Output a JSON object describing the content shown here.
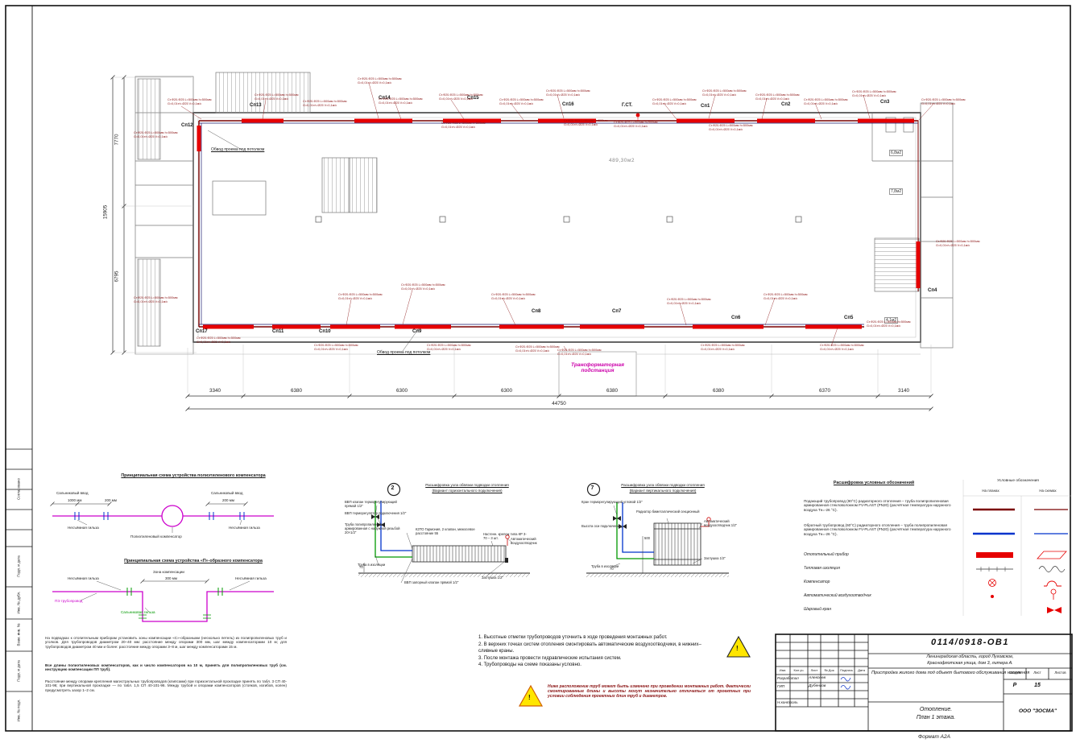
{
  "frame": {
    "format": "Формат А2А",
    "side_labels": [
      "Согласовано",
      "Подп. и дата",
      "Инв. № дубл.",
      "Взам. инв. №",
      "Подп. и дата",
      "Инв. № подл."
    ]
  },
  "plan": {
    "area_label": "489,30м2",
    "gst": "Г.СТ.",
    "transformer_line1": "Трансформаторная",
    "transformer_line2": "подстанция",
    "bypass": "Обвод проема под потолком",
    "rooms": {
      "r1": "6,8м2",
      "r2": "7,8м2",
      "r3": "4,1м2"
    },
    "pipe_label": {
      "l1": "Ст.Ф20-Ф25 L=500мм h=500мм",
      "l2": "G=0,01т/ч Ø25 V=0,1м/с"
    },
    "radiators": {
      "sp1": "Сп1",
      "sp2": "Сп2",
      "sp3": "Сп3",
      "sp4": "Сп4",
      "sp5": "Сп5",
      "sp6": "Сп6",
      "sp7": "Сп7",
      "sp8": "Сп8",
      "sp9": "Сп9",
      "sp10": "Сп10",
      "sp11": "Сп11",
      "sp12": "Сп12",
      "sp13": "Сп13",
      "sp14": "Сп14",
      "sp15": "Сп15",
      "sp16": "Сп16",
      "sp17": "Сп17"
    },
    "dims_bottom": [
      "3340",
      "6380",
      "6300",
      "6300",
      "6380",
      "6380",
      "6370",
      "3140"
    ],
    "dim_total": "44750",
    "dims_left": {
      "d1": "7770",
      "d2": "6795",
      "total": "15905"
    }
  },
  "scheme1": {
    "title": "Принципиальная схема устройства полиэтиленового компенсатора",
    "lbl_inlet_left": "Сальниковый ввод",
    "lbl_inlet_right": "Сальниковый ввод",
    "dim1": "1000 мм",
    "dim2": "200 мм",
    "dim3": "200 мм",
    "lbl_sleeve_left": "Несъёмная гильза",
    "lbl_sleeve_right": "Несъёмная гильза",
    "lbl_comp": "Полиэтиленовый компенсатор"
  },
  "scheme2": {
    "title": "Принципиальная схема устройства «П»-образного компенсатора",
    "lbl_sleeve_left": "Несъёмная гильза",
    "lbl_sleeve_right": "Несъёмная гильза",
    "lbl_zone": "Зона компенсации",
    "dim": "300 мм",
    "lbl_pipe": "ПЭ трубопровод",
    "lbl_gland": "Сальниковая гильза"
  },
  "scheme_notes": {
    "p1": "На подводках к отопительным приборам установить зоны компенсации «С»-образными (несколько петель) из полипропиленовых труб и уголков. Для трубопроводов диаметром 20–40 мм: расстояние между опорами 300 мм, шаг между компенсаторами 10 м; для трубопроводов диаметром 40 мм и более: расстояние между опорами 3–8 м, шаг между компенсаторами 15 м.",
    "p2": "Все длины полиэтиленовых компенсаторов, как и число компенсаторов на 10 м, принять для полипропиленовых труб (см. инструкцию компенсации ПП труб).",
    "p3": "Расстояние между опорами крепления магистральных трубопроводов (клипсами) при горизонтальной прокладке принять по табл. 3 СП 40-101-96; при вертикальной прокладке — по табл. 1,5 СП 40-101-96. Между трубой и опорами компенсаторов (стояков, изгибов, колен) предусмотреть зазор 1–2 см."
  },
  "detail2": {
    "num": "2",
    "title1": "Расшифровка узла обвязки подводки отопления",
    "title2": "(Вариант горизонтального подключения)",
    "labels": [
      "ВВП клапан терморегулирующий прямой 1/2\"",
      "ВВП терморегулятор подключения 1/2\"",
      "Труба полипропиленовая армированная с наружной резьбой 20×1/2\"",
      "КЗТО Гармония, 2 клапан, межосевое расстояние 55",
      "Настенн. крепеж типа КР 3-70 – 3 шт.",
      "Автоматический воздухоотводчик",
      "Заглушка 1/2\"",
      "Труба в изоляции",
      "ВВП запорный клапан прямой 1/2\""
    ],
    "dim70": "70"
  },
  "detail7": {
    "num": "7",
    "title1": "Расшифровка узла обвязки подводки отопления",
    "title2": "(Вариант вертикального подключения)",
    "labels": [
      "Кран терморегулирующий угловой 1/2\"",
      "Радиатор биметаллический секционный",
      "Автоматический воздухоотводчик 1/2\"",
      "Заглушка 1/2\"",
      "Труба в изоляции",
      "Высота оси подключения"
    ],
    "dim500": "500",
    "dim70": "70"
  },
  "legend": {
    "title": "Расшифровка условных обозначений",
    "col_header": "Условные обозначения",
    "col_plans": "На планах",
    "col_schemes": "На схемах",
    "rows": [
      "Подающий трубопровод (90°С) радиаторного отопления – труба полипропиленовая армированная стекловолокном FV-PLAST (PN20) (расчётная температура наружного воздуха Тн=-26 °С).",
      "Обратный трубопровод (60°С) радиаторного отопления – труба полипропиленовая армированная стекловолокном FV-PLAST (PN20) (расчётная температура наружного воздуха Тн=-26 °С).",
      "Отопительный прибор",
      "Тепловая изоляция",
      "Компенсатор",
      "Автоматический воздухоотводчик",
      "Шаровый кран"
    ]
  },
  "notes": {
    "items": [
      "1. Высотные отметки трубопроводов уточнить в ходе проведения монтажных работ.",
      "2. В верхних точках систем отопления смонтировать автоматические воздухоотводчики, в нижних–сливные краны.",
      "3. После монтажа провести гидравлические испытания систем.",
      "4. Трубопроводы на схеме показаны условно."
    ],
    "bang": "!",
    "warning": "Ниже расположение труб может быть изменено при проведении монтажных работ. Фактически смонтированные длины и высоты могут незначительно отличаться от проектных при условии соблюдения проектных длин труб и диаметров."
  },
  "titleblock": {
    "doc_number": "0114/0918-ОВ1",
    "addr1": "Ленинградская область, город Луговское,",
    "addr2": "Краснофлотская улица, дом 3, литера А.",
    "cols": [
      "Изм.",
      "Кол.уч.",
      "Лист",
      "№ Док.",
      "Подпись",
      "Дата"
    ],
    "role1": "Разработал",
    "name1": "Алексеев",
    "role2": "ГИП",
    "name2": "Дубенков",
    "role3": "Н.контроль",
    "project": "Пристройка жилого дома под объект бытового обслуживания населения",
    "stage_label": "Стадия",
    "sheet_label": "Лист",
    "sheets_label": "Листов",
    "stage": "Р",
    "sheet": "15",
    "title1": "Отопление.",
    "title2": "План 1 этажа.",
    "company": "ООО \"ЗОСМА\""
  }
}
